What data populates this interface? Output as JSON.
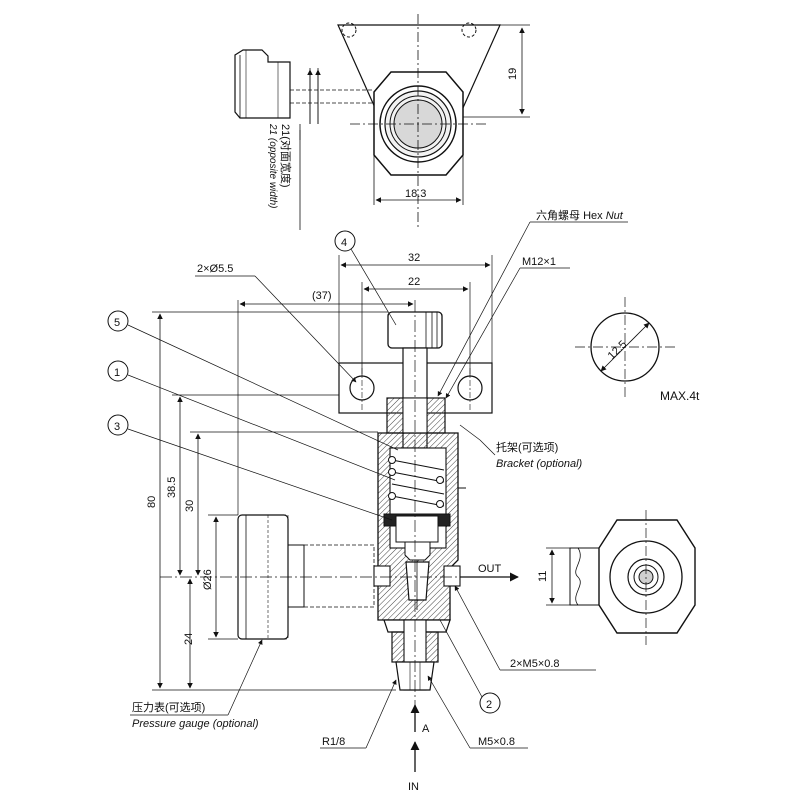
{
  "dimensions": {
    "top_width": "18.3",
    "top_height": "19",
    "opposite_width": "21(对面宽度)",
    "opposite_width_en": "21 (opposite width)",
    "width_32": "32",
    "width_22": "22",
    "width_37": "(37)",
    "hole": "2×Ø5.5",
    "thread_m12": "M12×1",
    "height_80": "80",
    "height_38_5": "38.5",
    "height_30": "30",
    "height_24": "24",
    "gauge_dia": "Ø26",
    "side_11": "11",
    "circle_dia": "12.5",
    "max_thickness": "MAX.4t"
  },
  "callouts": {
    "hex_nut_cn": "六角螺母",
    "hex_nut_en1": "Hex",
    "hex_nut_en2": "Nut",
    "bracket_cn": "托架(可选项)",
    "bracket_en": "Bracket (optional)",
    "gauge_cn": "压力表(可选项)",
    "gauge_en": "Pressure gauge (optional)",
    "port_m5_2": "2×M5×0.8",
    "port_m5": "M5×0.8",
    "port_r18": "R1/8",
    "out": "OUT",
    "in": "IN",
    "arrow_a": "A"
  },
  "balloons": [
    "1",
    "2",
    "3",
    "4",
    "5"
  ]
}
